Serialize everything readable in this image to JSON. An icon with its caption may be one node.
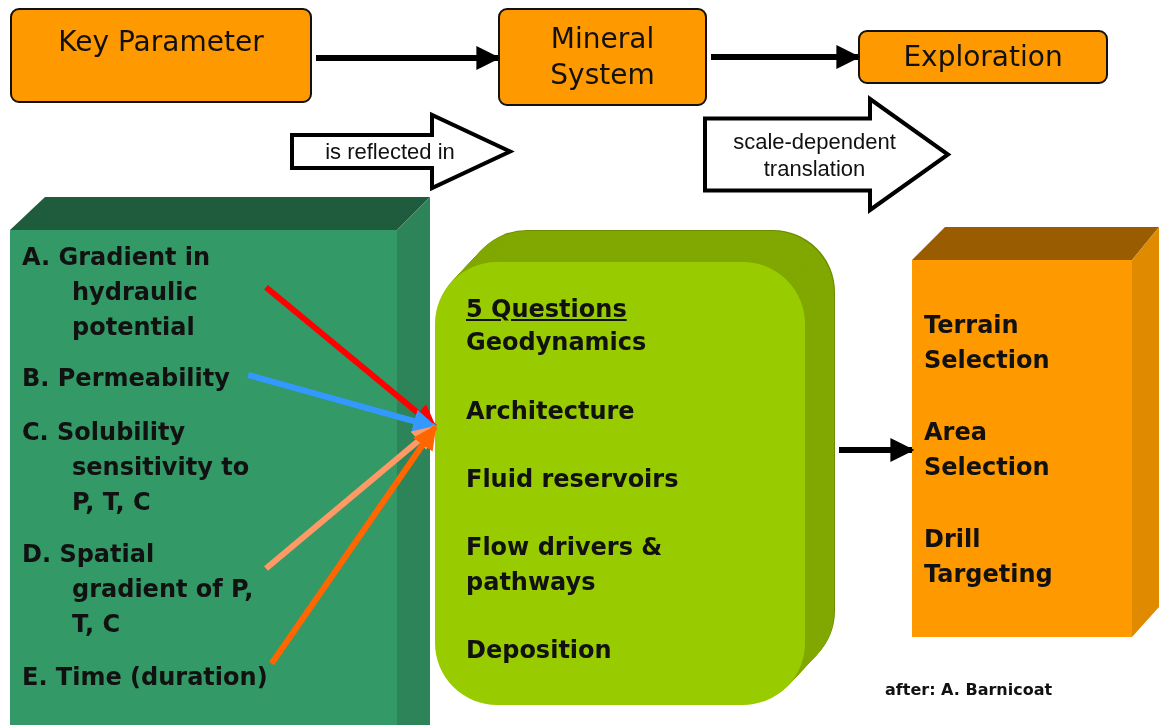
{
  "diagram": {
    "nodes": [
      {
        "text": [
          "Key Parameter"
        ]
      },
      {
        "text": [
          "Mineral System"
        ]
      },
      {
        "text": [
          "Exploration"
        ]
      },
      {
        "text": [],
        "shape": "box"
      },
      {
        "text": [
          "A. Gradient in hydraulic potential"
        ],
        "in": 3
      },
      {
        "text": [
          "B. Permeability"
        ],
        "in": 3
      },
      {
        "text": [
          "C. Solubility sensitivity to P, T, C"
        ],
        "in": 3
      },
      {
        "text": [
          "D. Spatial gradient of P, T, C"
        ],
        "in": 3
      },
      {
        "text": [
          "E. Time (duration)"
        ],
        "in": 3
      },
      {
        "text": [
          "5 Questions",
          "Geodynamics",
          "Architecture",
          "Fluid reservoirs",
          "Flow drivers & pathways",
          "Deposition"
        ]
      },
      {
        "text": [
          "Terrain Selection",
          "Area Selection",
          "Drill Targeting"
        ]
      }
    ],
    "edges": [
      {
        "from": 0,
        "to": 1,
        "arrow": "to"
      },
      {
        "from": 1,
        "to": 2,
        "arrow": "to"
      },
      {
        "from": 4,
        "to": 9,
        "arrow": "to",
        "color": "#ff0000"
      },
      {
        "from": 5,
        "to": 9,
        "arrow": "to",
        "color": "#3399ff"
      },
      {
        "from": 7,
        "to": 9,
        "arrow": "to",
        "color": "#ff9966"
      },
      {
        "from": 8,
        "to": 9,
        "arrow": "to",
        "color": "#ff6600"
      },
      {
        "from": 9,
        "to": 10,
        "arrow": "to"
      }
    ],
    "labels": [
      "is reflected in",
      "scale-dependent translation",
      "after: A. Barnicoat"
    ]
  }
}
